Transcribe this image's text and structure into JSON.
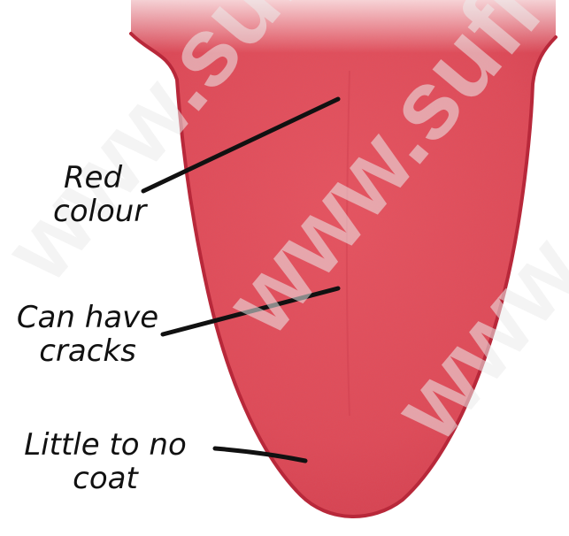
{
  "labels": {
    "red": {
      "line1": "Red",
      "line2": "colour"
    },
    "cracks": {
      "line1": "Can have",
      "line2": "cracks"
    },
    "coat": {
      "line1": "Little to no",
      "line2": "coat"
    }
  },
  "watermark": {
    "text": "www.sufi"
  },
  "colors": {
    "tongue_fill": "#e24f5a",
    "tongue_edge": "#b8283a",
    "label_text": "#111111",
    "leader_line": "#111111"
  }
}
